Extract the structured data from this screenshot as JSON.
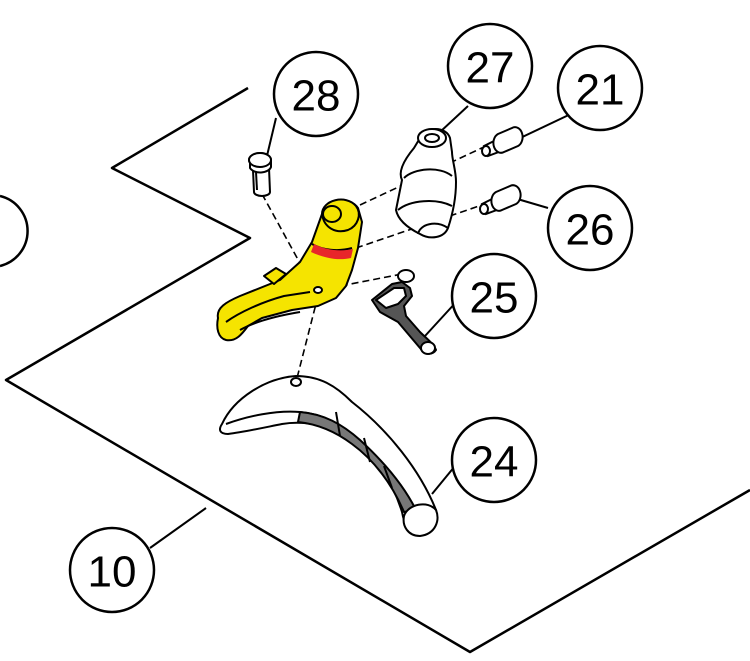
{
  "diagram": {
    "callouts": [
      {
        "id": "c10",
        "label": "10"
      },
      {
        "id": "c21",
        "label": "21"
      },
      {
        "id": "c24",
        "label": "24"
      },
      {
        "id": "c25",
        "label": "25"
      },
      {
        "id": "c26",
        "label": "26"
      },
      {
        "id": "c27",
        "label": "27"
      },
      {
        "id": "c28",
        "label": "28"
      }
    ],
    "colors": {
      "highlight_part": "#f5e400",
      "highlight_mark": "#e8262a",
      "line": "#000000",
      "part_fill": "#ffffff"
    }
  }
}
